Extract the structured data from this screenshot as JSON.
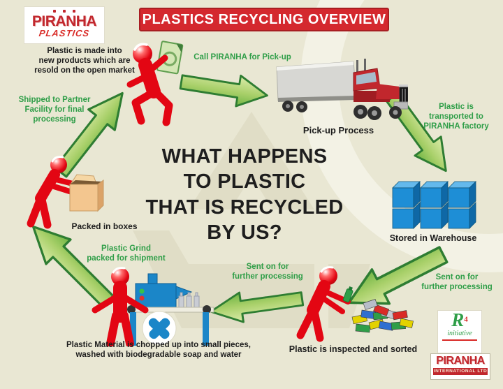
{
  "colors": {
    "background": "#e9e7d3",
    "accent_red": "#c1272d",
    "accent_green": "#2f9e48",
    "arrow_green_light": "#d7e9a4",
    "arrow_green_dark": "#6fb544",
    "cube_blue": "#1e8ed6",
    "machine_blue": "#1b86c8",
    "text_black": "#1d1d1d"
  },
  "header": {
    "logo_top": {
      "name": "PIRANHA",
      "sub": "PLASTICS"
    },
    "banner_title": "PLASTICS RECYCLING OVERVIEW"
  },
  "center_title": "WHAT HAPPENS\nTO PLASTIC\nTHAT IS RECYCLED\nBY US?",
  "captions": {
    "resold": "Plastic is made into\nnew products which are\nresold on the open market",
    "pickup": "Pick-up Process",
    "stored": "Stored in Warehouse",
    "inspected": "Plastic is inspected and sorted",
    "chopped": "Plastic Material is chopped up into small pieces,\nwashed with biodegradable soap and water",
    "packed": "Packed in boxes"
  },
  "labels": {
    "call": "Call PIRANHA for Pick-up",
    "transported": "Plastic is\ntransported to\nPIRANHA factory",
    "sent_right": "Sent on for\nfurther processing",
    "sent_mid": "Sent on for\nfurther processing",
    "grind": "Plastic Grind\npacked for shipment",
    "shipped": "Shipped to Partner\nFacility for final\nprocessing"
  },
  "footer_logos": {
    "r4": {
      "letter": "R",
      "sup": "4",
      "word": "initiative"
    },
    "piranha_intl": {
      "name": "PIRANHA",
      "sub": "INTERNATIONAL LTD"
    }
  }
}
